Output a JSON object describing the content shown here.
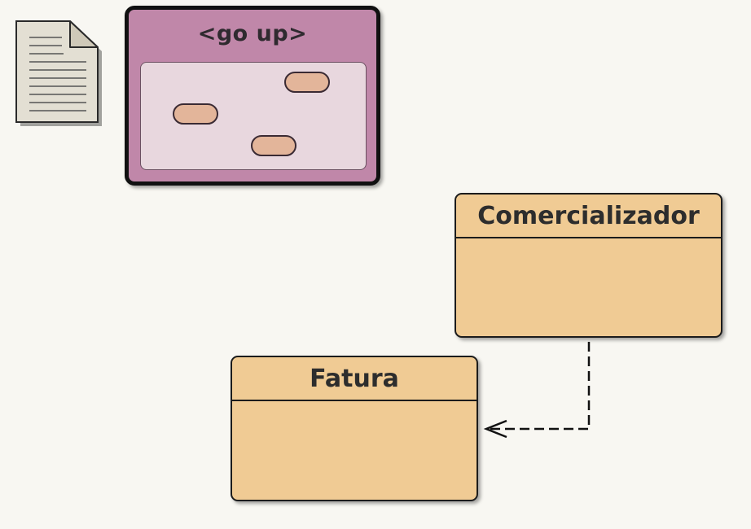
{
  "go_up_frame": {
    "title": "<go up>",
    "frame_color": "#c087a9",
    "inner_color": "#e8d7de",
    "pill_color": "#e3b59a"
  },
  "classes": {
    "comercializador": {
      "name": "Comercializador"
    },
    "fatura": {
      "name": "Fatura"
    }
  },
  "connector": {
    "from": "Comercializador",
    "to": "Fatura",
    "style": "dashed-open-arrow"
  },
  "colors": {
    "background": "#f8f7f2",
    "class_fill": "#f0cb94",
    "outline": "#1c1c1c"
  },
  "icons": {
    "document": "document-icon"
  }
}
